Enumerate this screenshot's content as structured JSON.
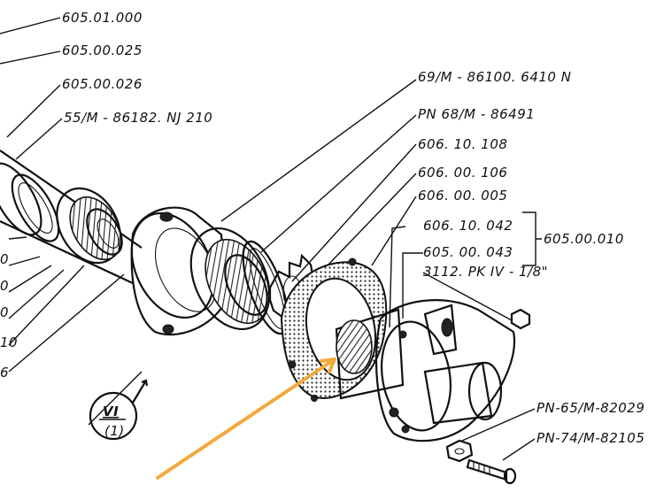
{
  "labels": {
    "l1": "605.01.000",
    "l2": "605.00.025",
    "l3": "605.00.026",
    "l4": "55/M - 86182. NJ 210",
    "l5": "69/M - 86100. 6410 N",
    "l6": "PN 68/M - 86491",
    "l7": "606. 10. 108",
    "l8": "606. 00. 106",
    "l9": "606. 00. 005",
    "l10": "606. 10. 042",
    "l11": "605. 00. 043",
    "l12": "3112. PK IV - 1/8\"",
    "l13": "605.00.010",
    "l14": "PN-65/M-82029",
    "l15": "PN-74/M-82105",
    "view_roman": "VI",
    "view_num": "(1)",
    "edge1": "0",
    "edge2": "0",
    "edge3": "0",
    "edge4": "10",
    "edge5": "6"
  },
  "colors": {
    "ink": "#111111",
    "annotation_arrow": "#f2a93b",
    "background": "#ffffff"
  }
}
